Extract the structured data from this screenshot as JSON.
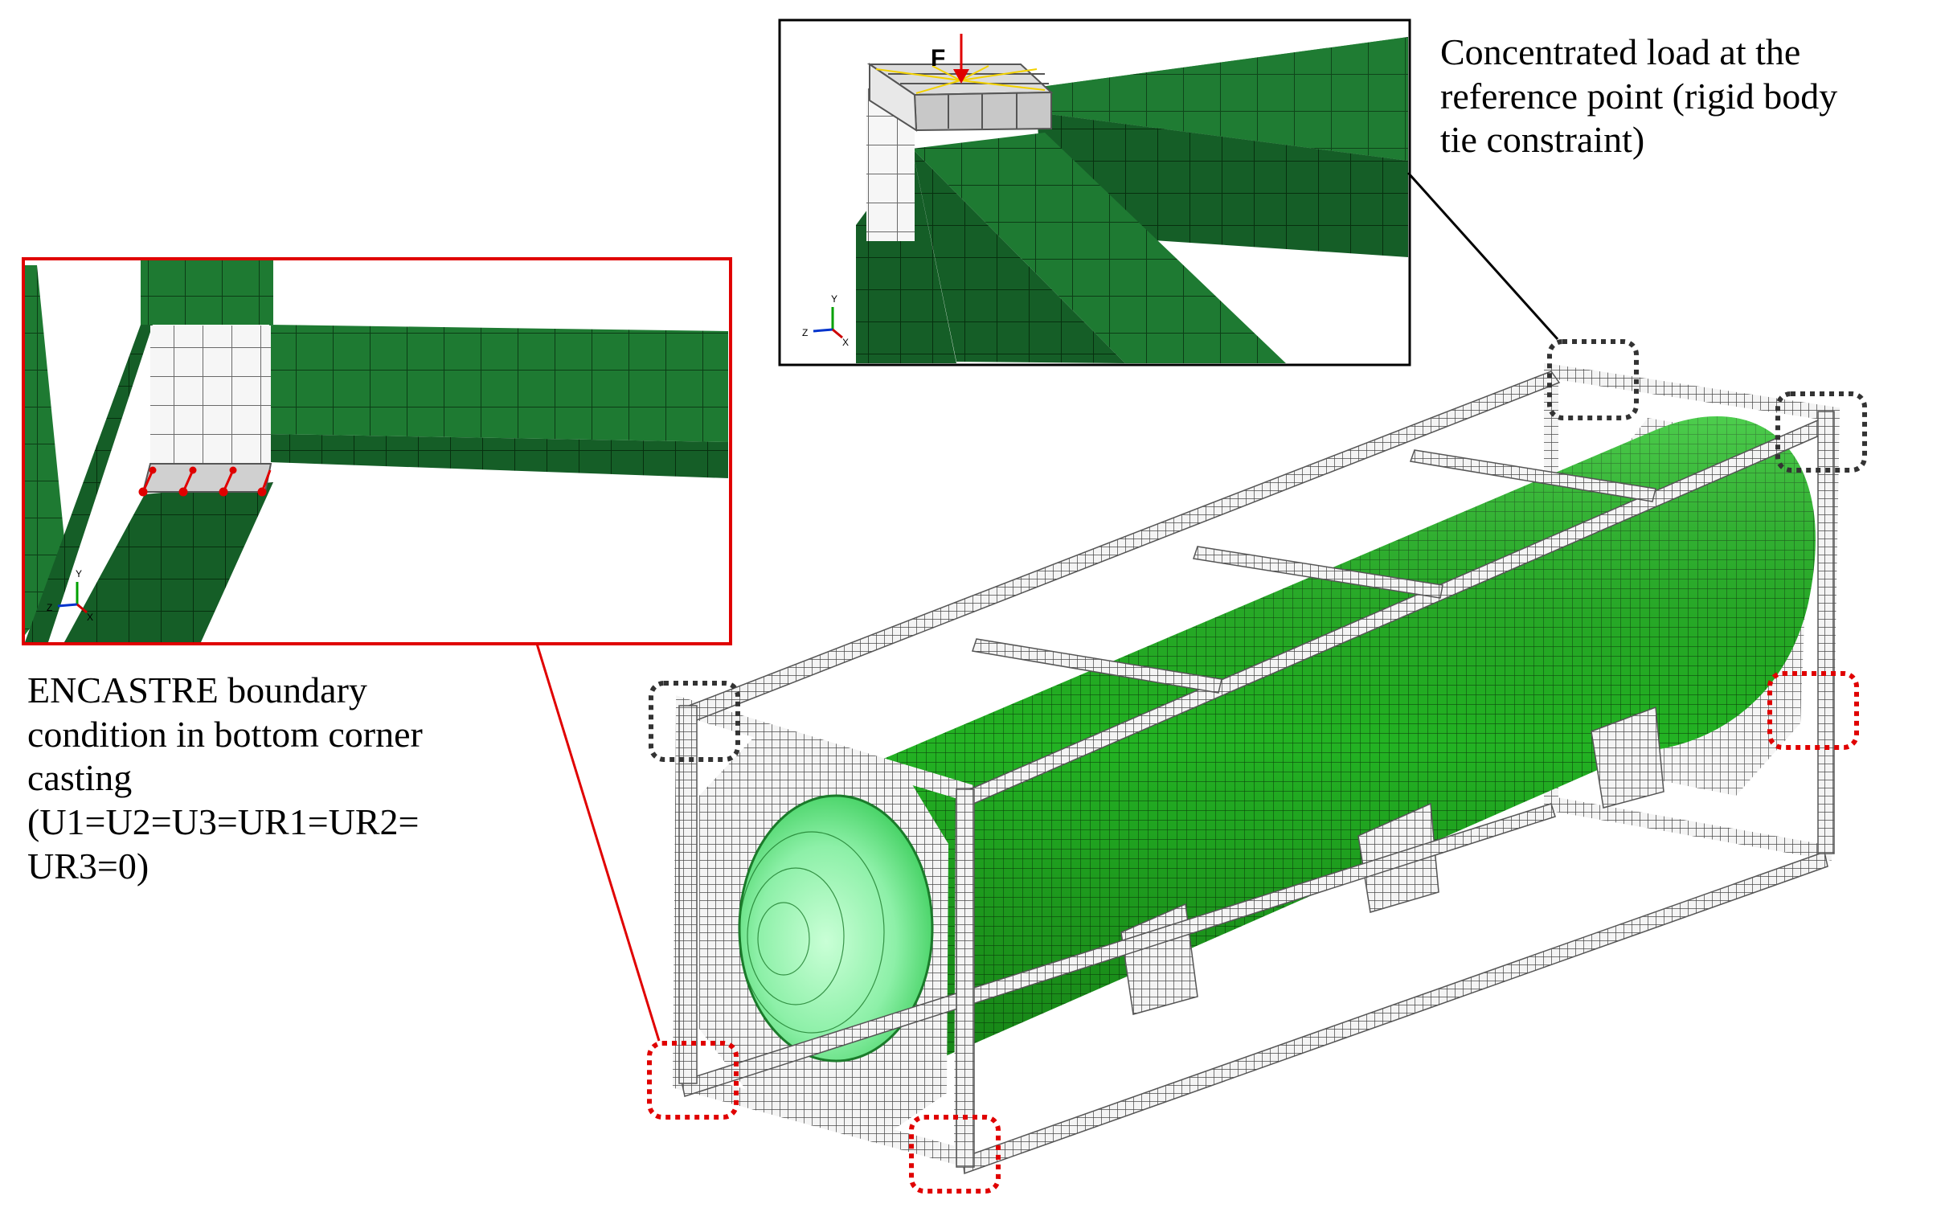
{
  "captions": {
    "load": "Concentrated load at the\nreference point (rigid body\ntie constraint)",
    "boundary": "ENCASTRE boundary\ncondition in bottom corner\ncasting\n(U1=U2=U3=UR1=UR2=\nUR3=0)"
  },
  "inset_top": {
    "force_label": "F",
    "triad": {
      "y": "Y",
      "z": "Z",
      "x": "X"
    }
  },
  "inset_left": {
    "triad": {
      "y": "Y",
      "z": "Z",
      "x": "X"
    }
  },
  "colors": {
    "mesh_green": "#1e7a32",
    "mesh_dark_green": "#145a24",
    "tank_green": "#2fc42f",
    "tank_light": "#8df08d",
    "frame_white": "#f2f2f2",
    "load_arrow": "#e00000",
    "bc_box": "#e00000",
    "load_box": "#333333"
  }
}
